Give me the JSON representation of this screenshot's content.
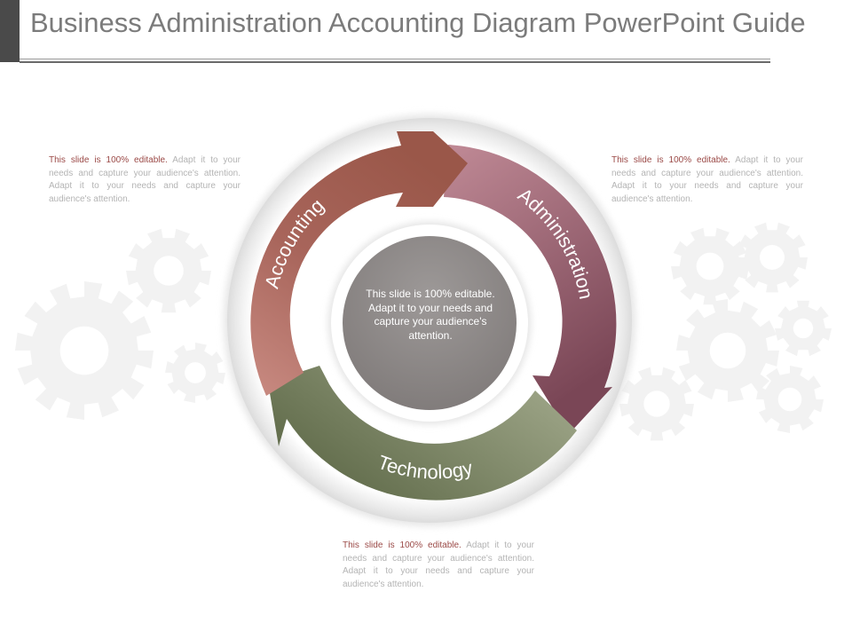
{
  "title": "Business Administration Accounting Diagram PowerPoint Guide",
  "segments": [
    {
      "label": "Accounting",
      "color": "#a35f55"
    },
    {
      "label": "Administration",
      "color": "#8e5866"
    },
    {
      "label": "Technology",
      "color": "#76805f"
    }
  ],
  "center_text": "This slide is 100% editable. Adapt it to your needs and capture your audience's attention.",
  "notes": {
    "left": {
      "lead": "This slide is 100% editable.",
      "body": " Adapt it to your needs and capture your audience's attention. Adapt it to your needs and capture your audience's attention."
    },
    "right": {
      "lead": "This slide is 100% editable.",
      "body": " Adapt it to your needs and capture your audience's attention. Adapt it to your needs and capture your audience's attention."
    },
    "bottom": {
      "lead": "This slide is 100% editable.",
      "body": " Adapt it to your needs and capture your audience's attention. Adapt it to your needs and capture your audience's attention."
    }
  },
  "colors": {
    "title": "#7b7b7b",
    "lead_text": "#9b4a47",
    "body_text": "#b4b4b4",
    "center_disc": "#8f8a89"
  },
  "decor_icons": [
    "gear-icon"
  ]
}
